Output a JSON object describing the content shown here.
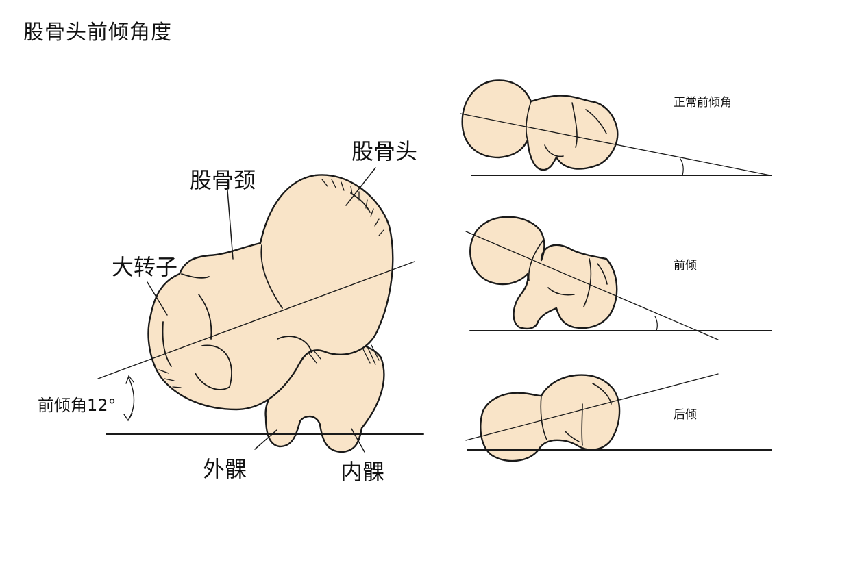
{
  "title": "股骨头前倾角度",
  "main_figure": {
    "labels": {
      "head": "股骨头",
      "neck": "股骨颈",
      "greater_trochanter": "大转子",
      "angle": "前倾角12°",
      "lateral_condyle": "外髁",
      "medial_condyle": "内髁"
    }
  },
  "variants": [
    {
      "label": "正常前倾角"
    },
    {
      "label": "前倾"
    },
    {
      "label": "后倾"
    }
  ],
  "colors": {
    "bone_fill": "#f9e4c8",
    "outline": "#1a1a1a",
    "background": "#ffffff"
  }
}
